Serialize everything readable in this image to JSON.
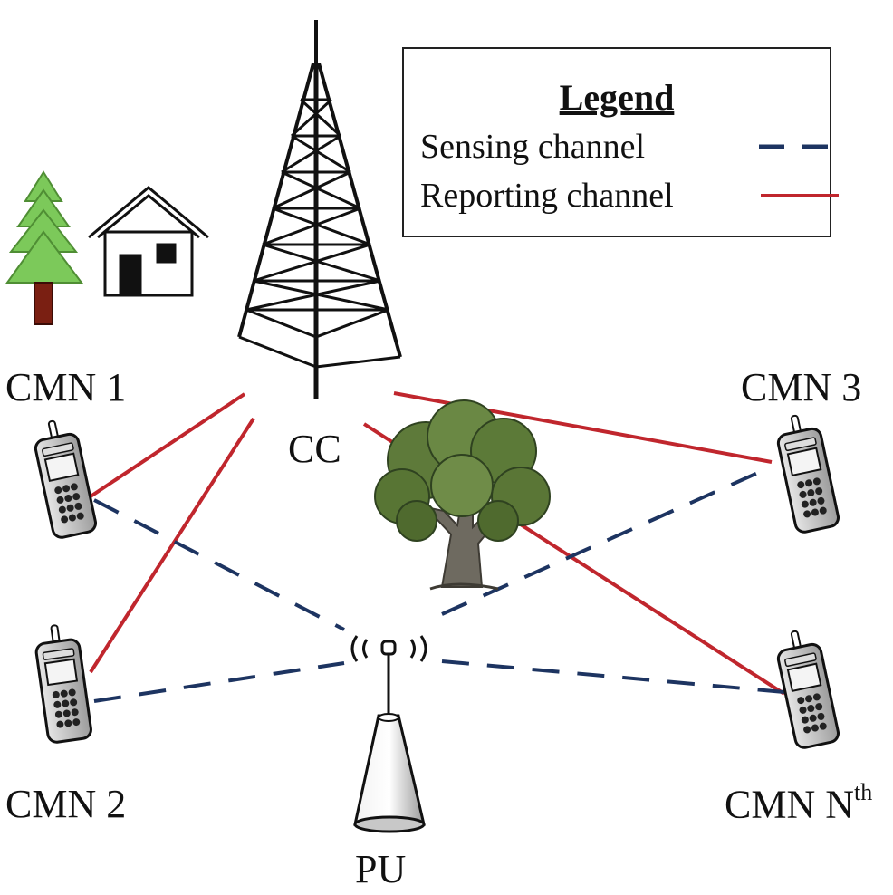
{
  "legend": {
    "title": "Legend",
    "items": [
      {
        "label": "Sensing channel",
        "style": "dashed",
        "color": "#1d3461"
      },
      {
        "label": "Reporting channel",
        "style": "solid",
        "color": "#c0262d"
      }
    ]
  },
  "nodes": {
    "cc": "CC",
    "pu": "PU",
    "cmn1": "CMN 1",
    "cmn2": "CMN 2",
    "cmn3": "CMN 3",
    "cmnN": "CMN N",
    "cmnN_sup": "th"
  },
  "icons": [
    "tower-icon",
    "pine-tree-icon",
    "house-icon",
    "oak-tree-icon",
    "mobile-phone-icon",
    "primary-user-antenna-icon"
  ],
  "colors": {
    "sensing": "#1d3461",
    "reporting": "#c0262d",
    "pine": "#7cc95a",
    "trunk": "#7a1f12",
    "oak_leaves": "#5e7a3a",
    "oak_trunk": "#6e6a60"
  }
}
